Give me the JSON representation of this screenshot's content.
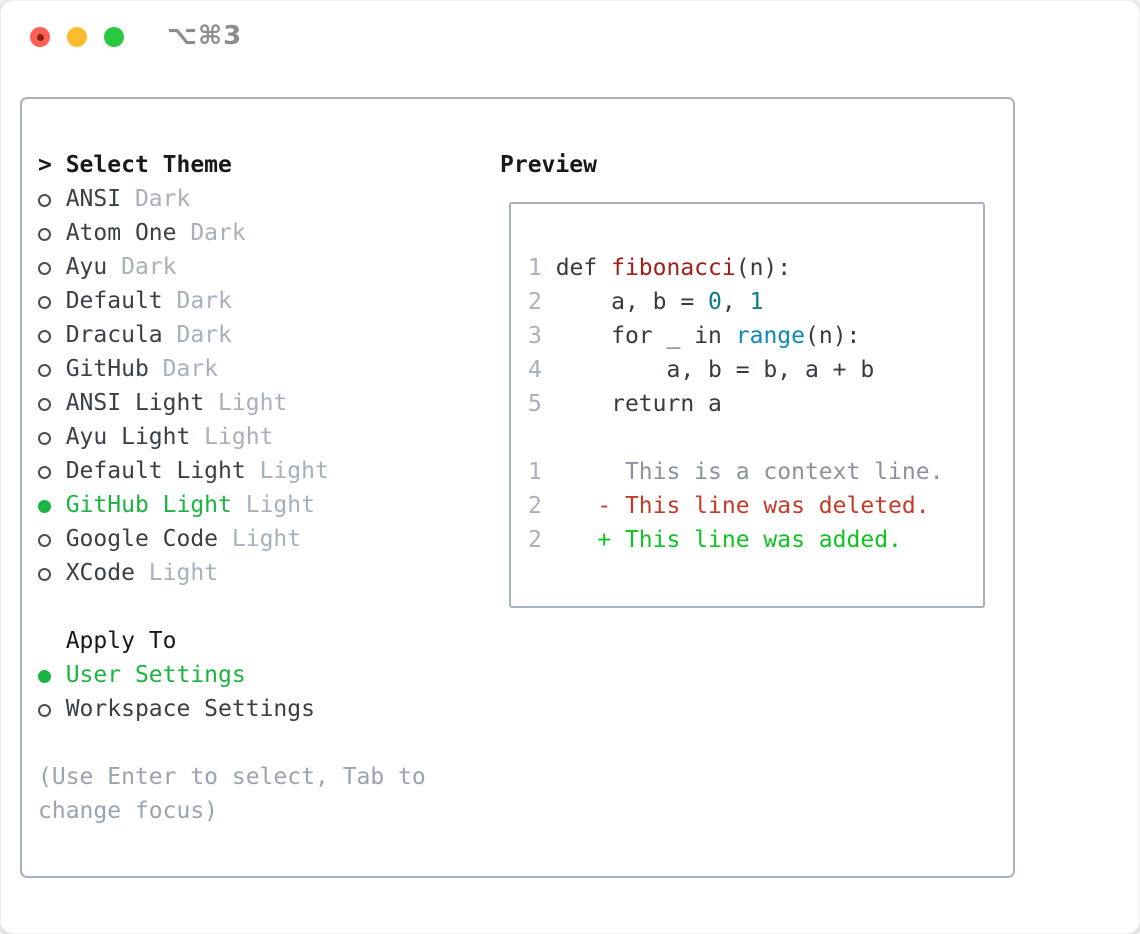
{
  "window": {
    "title": "⌥⌘3"
  },
  "colors": {
    "accent_green": "#1bb442",
    "added_green": "#10c322",
    "deleted_red": "#c53b2a",
    "context_gray": "#8a929d",
    "fn_red": "#a02018",
    "num_teal": "#0c7f83",
    "builtin_blue": "#0e87bb",
    "code_ink": "#363b42",
    "ink": "#3a4046",
    "heading_ink": "#17191d",
    "muted_gray": "#a7b0bb",
    "help_gray": "#9ba3b0",
    "panel_border": "#a8b1bc",
    "titlebar_gray": "#8b8b90",
    "close_red": "#ff5f57",
    "close_dot": "#8a1f18",
    "minimize_yellow": "#febc2e",
    "zoom_green": "#28c840"
  },
  "theme_panel": {
    "header": {
      "prefix": ">",
      "label": "Select Theme"
    },
    "themes": [
      {
        "name": "ANSI",
        "tag": "Dark",
        "selected": false
      },
      {
        "name": "Atom One",
        "tag": "Dark",
        "selected": false
      },
      {
        "name": "Ayu",
        "tag": "Dark",
        "selected": false
      },
      {
        "name": "Default",
        "tag": "Dark",
        "selected": false
      },
      {
        "name": "Dracula",
        "tag": "Dark",
        "selected": false
      },
      {
        "name": "GitHub",
        "tag": "Dark",
        "selected": false
      },
      {
        "name": "ANSI Light",
        "tag": "Light",
        "selected": false
      },
      {
        "name": "Ayu Light",
        "tag": "Light",
        "selected": false
      },
      {
        "name": "Default Light",
        "tag": "Light",
        "selected": false
      },
      {
        "name": "GitHub Light",
        "tag": "Light",
        "selected": true
      },
      {
        "name": "Google Code",
        "tag": "Light",
        "selected": false
      },
      {
        "name": "XCode",
        "tag": "Light",
        "selected": false
      }
    ],
    "apply_to": {
      "header": "Apply To",
      "options": [
        {
          "name": "User Settings",
          "selected": true
        },
        {
          "name": "Workspace Settings",
          "selected": false
        }
      ]
    },
    "help_lines": [
      "(Use Enter to select, Tab to",
      "change focus)"
    ]
  },
  "preview": {
    "title": "Preview",
    "code_lines": [
      {
        "num": "1",
        "tokens": [
          [
            "def ",
            "kw"
          ],
          [
            "fibonacci",
            "fn"
          ],
          [
            "(n):",
            "pl"
          ]
        ]
      },
      {
        "num": "2",
        "tokens": [
          [
            "    a, b = ",
            "pl"
          ],
          [
            "0",
            "num"
          ],
          [
            ", ",
            "pl"
          ],
          [
            "1",
            "num"
          ]
        ]
      },
      {
        "num": "3",
        "tokens": [
          [
            "    ",
            "pl"
          ],
          [
            "for",
            "kw"
          ],
          [
            " _ ",
            "pl"
          ],
          [
            "in",
            "kw"
          ],
          [
            " ",
            "pl"
          ],
          [
            "range",
            "bi"
          ],
          [
            "(n):",
            "pl"
          ]
        ]
      },
      {
        "num": "4",
        "tokens": [
          [
            "        a, b = b, a + b",
            "pl"
          ]
        ]
      },
      {
        "num": "5",
        "tokens": [
          [
            "    ",
            "pl"
          ],
          [
            "return",
            "kw"
          ],
          [
            " a",
            "pl"
          ]
        ]
      }
    ],
    "diff_lines": [
      {
        "num": "1",
        "kind": "context",
        "text": "     This is a context line."
      },
      {
        "num": "2",
        "kind": "deleted",
        "text": "   - This line was deleted."
      },
      {
        "num": "2",
        "kind": "added",
        "text": "   + This line was added."
      }
    ]
  }
}
